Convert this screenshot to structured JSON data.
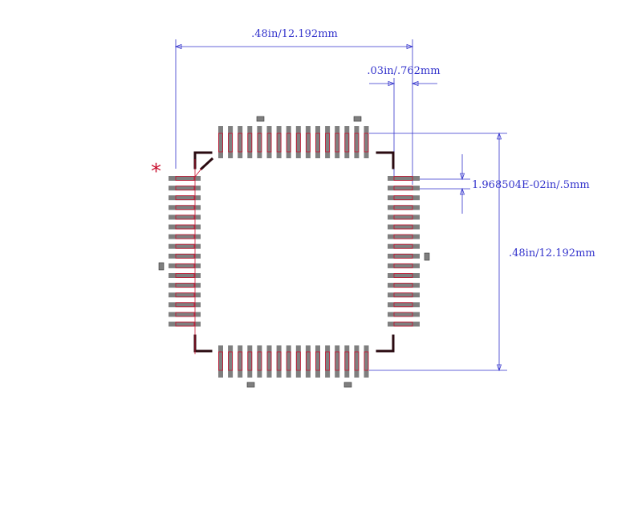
{
  "colors": {
    "dimension": "#3333cc",
    "pad_fill": "#7f7f7f",
    "pad_outline": "#c8102e",
    "body_outline": "#2a0a10",
    "pin1_marker": "#c8102e"
  },
  "pin1_marker": "*",
  "dimensions": {
    "body_width": ".48in/12.192mm",
    "pad_length": ".03in/.762mm",
    "pin_pitch": "1.968504E-02in/.5mm",
    "body_height": ".48in/12.192mm"
  },
  "footprint": {
    "pins_per_side": 16,
    "fiducials": 6
  }
}
